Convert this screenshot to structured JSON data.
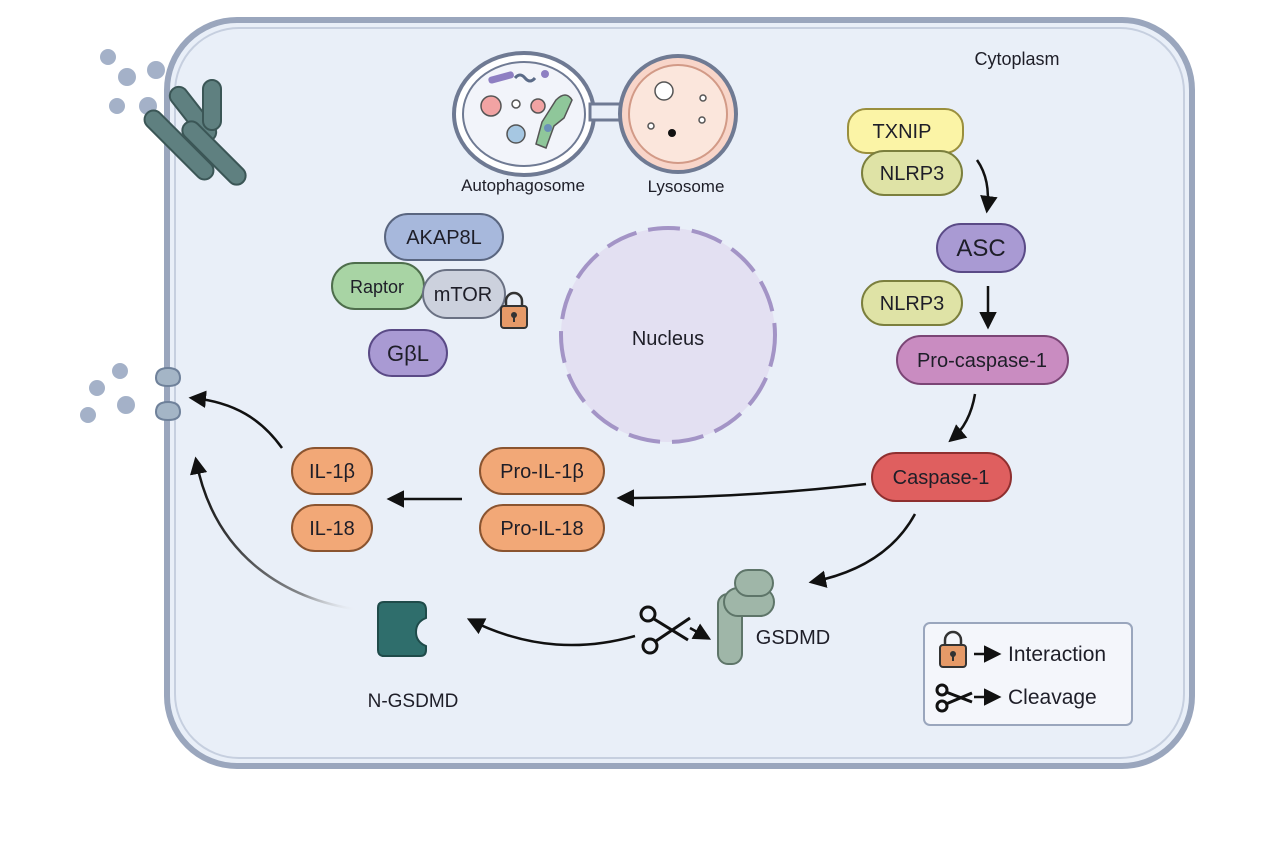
{
  "diagram": {
    "cytoplasm_label": "Cytoplasm",
    "nucleus_label": "Nucleus",
    "autophagosome_label": "Autophagosome",
    "lysosome_label": "Lysosome",
    "mtor_complex": {
      "akap8l": "AKAP8L",
      "raptor": "Raptor",
      "mtor": "mTOR",
      "gbl": "GβL"
    },
    "inflammasome": {
      "txnip": "TXNIP",
      "nlrp3_top": "NLRP3",
      "asc": "ASC",
      "nlrp3_mid": "NLRP3",
      "pro_caspase1": "Pro-caspase-1",
      "caspase1": "Caspase-1"
    },
    "cytokines": {
      "pro_il1b": "Pro-IL-1β",
      "pro_il18": "Pro-IL-18",
      "il1b": "IL-1β",
      "il18": "IL-18"
    },
    "gsdmd_label": "GSDMD",
    "n_gsdmd_label": "N-GSDMD",
    "legend": {
      "interaction": "Interaction",
      "cleavage": "Cleavage"
    },
    "colors": {
      "cell_fill": "#e9eff8",
      "membrane": "#9aa6bd",
      "nucleus_fill": "#e3e0f2",
      "nucleus_dash": "#a394c6",
      "orange": "#f2a877",
      "red": "#df5f5f",
      "pink_purple": "#c98cc1",
      "purple": "#a99ad3",
      "yellow": "#fbf4a6",
      "olive": "#dfe3a6",
      "blue": "#a7b8dc",
      "green": "#a8d4a4",
      "grey": "#ccd1dd",
      "teal": "#2f6e6c",
      "sage": "#9fb6a8",
      "receptor": "#5f8080",
      "dots": "#a4b1c8"
    }
  }
}
